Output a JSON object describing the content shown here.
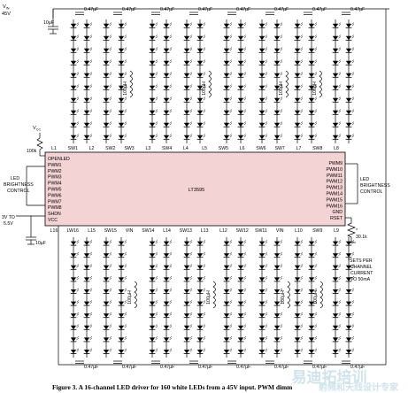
{
  "power": {
    "vin_label": "V",
    "vin_sub": "IN",
    "vin_value": "45V",
    "vcc_label": "V",
    "vcc_sub": "CC",
    "resistor_value": "100k",
    "input_cap": "10µF",
    "supply_range_top": "3V TO",
    "supply_range_bottom": "5.5V",
    "lower_cap": "10µF"
  },
  "ic": {
    "name": "LT3595",
    "fill_color": "#f3d3d3",
    "top_pins": [
      "L1",
      "SW1",
      "L2",
      "SW2",
      "SW3",
      "L3",
      "SW4",
      "L4",
      "L5",
      "SW5",
      "L6",
      "SW6",
      "SW7",
      "L7",
      "SW8",
      "L8"
    ],
    "bottom_pins": [
      "L16",
      "LW16",
      "L15",
      "SW15",
      "VIN",
      "SW14",
      "L14",
      "SW13",
      "L13",
      "L12",
      "SW12",
      "SW11",
      "VIN",
      "L10",
      "SW9",
      "L9"
    ],
    "left_pins": [
      "OPENLED",
      "PWM1",
      "PWM2",
      "PWM3",
      "PWM4",
      "PWM5",
      "PWM6",
      "PWM7",
      "PWM8",
      "SHDN",
      "VCC"
    ],
    "right_pins": [
      "PWM9",
      "PWM10",
      "PWM11",
      "PWM12",
      "PWM13",
      "PWM14",
      "PWM15",
      "PWM16",
      "GND",
      "RSET"
    ]
  },
  "side_labels": {
    "left": [
      "LED",
      "BRIGHTNESS",
      "CONTROL"
    ],
    "right": [
      "LED",
      "BRIGHTNESS",
      "CONTROL"
    ]
  },
  "components": {
    "top_caps": [
      "0.47µF",
      "0.47µF",
      "0.47µF",
      "0.47µF",
      "0.47µF",
      "0.47µF",
      "0.47µF",
      "0.47µF"
    ],
    "bottom_caps": [
      "0.47µF",
      "0.47µF",
      "0.47µF",
      "0.47µF",
      "0.47µF",
      "0.47µF",
      "0.47µF",
      "0.47µF"
    ],
    "top_inductors": [
      "100µH",
      "100µH",
      "100µH",
      "100µH"
    ],
    "bottom_inductors": [
      "100µH",
      "100µH",
      "100µH",
      "100µH"
    ],
    "rset_value": "30.1k",
    "rset_note_mark": "*"
  },
  "note": [
    "*SETS PER",
    "CHANNEL",
    "CURRENT",
    "TO 50mA"
  ],
  "caption": "Figure 3. A 16-channel LED driver for 160 white LEDs from a 45V input. PWM dimm",
  "watermark": {
    "main": "易迪拓培训",
    "sub": "射频和天线设计专家"
  }
}
